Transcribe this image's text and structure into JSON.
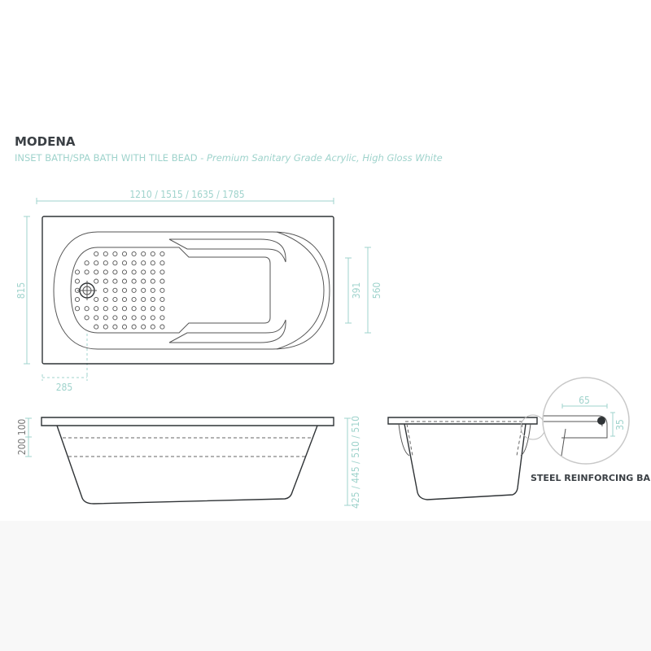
{
  "title": "MODENA",
  "subtitle": {
    "main": "INSET BATH/SPA BATH WITH TILE BEAD - ",
    "detail": "Premium Sanitary Grade Acrylic, High Gloss White"
  },
  "dimensions": {
    "length": "1210 / 1515 / 1635 / 1785",
    "width": "815",
    "waste_offset": "285",
    "inner_width": "391",
    "outer_inner_width": "560",
    "rim": "100",
    "step": "200",
    "depth": "425 / 445 / 510 / 510",
    "bar_width": "65",
    "bar_height": "35"
  },
  "detail_label": "STEEL REINFORCING BAR",
  "colors": {
    "dimension": "#9fd3cc",
    "outline": "#2f3336",
    "title": "#3b4045"
  }
}
